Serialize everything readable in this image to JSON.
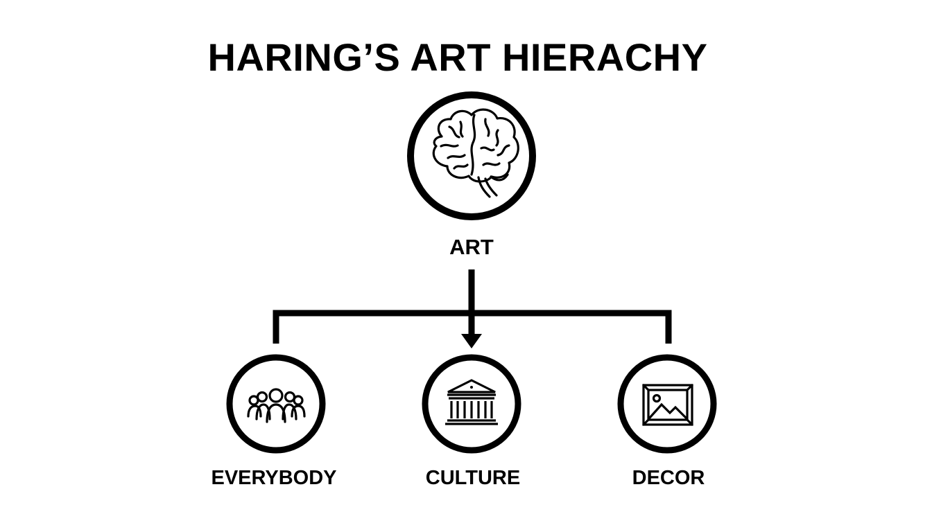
{
  "title": "HARING’S ART HIERACHY",
  "root": {
    "label": "ART",
    "icon": "brain-icon"
  },
  "children": [
    {
      "label": "EVERYBODY",
      "icon": "people-group-icon"
    },
    {
      "label": "CULTURE",
      "icon": "museum-icon"
    },
    {
      "label": "DECOR",
      "icon": "framed-picture-icon"
    }
  ],
  "colors": {
    "stroke": "#000000",
    "background": "#ffffff"
  }
}
